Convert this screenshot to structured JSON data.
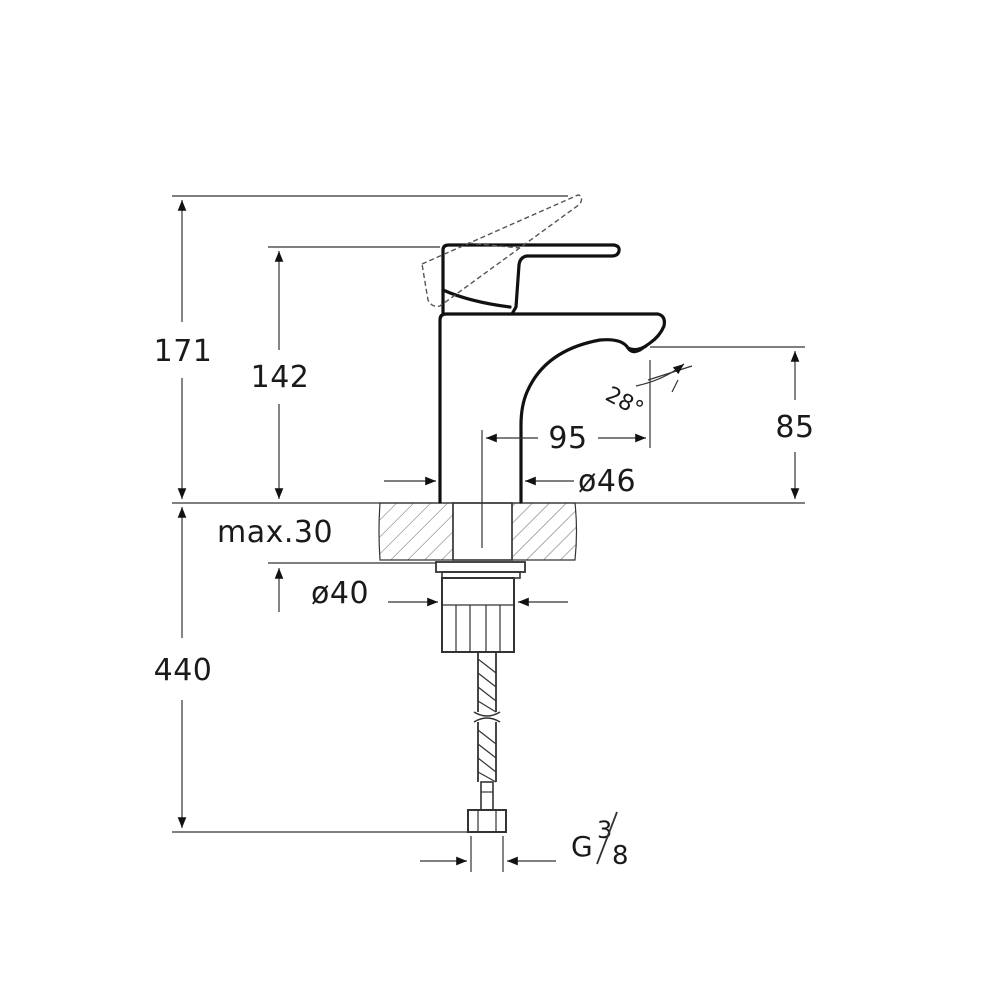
{
  "dimensions": {
    "overall_height": "171",
    "handle_height": "142",
    "spout_height": "85",
    "spout_reach": "95",
    "body_diameter": "ø46",
    "max_deck_thickness": "max.30",
    "fixing_diameter": "ø40",
    "hose_length": "440",
    "spout_angle": "28°",
    "connection_prefix": "G",
    "connection_num": "3",
    "connection_den": "8"
  }
}
